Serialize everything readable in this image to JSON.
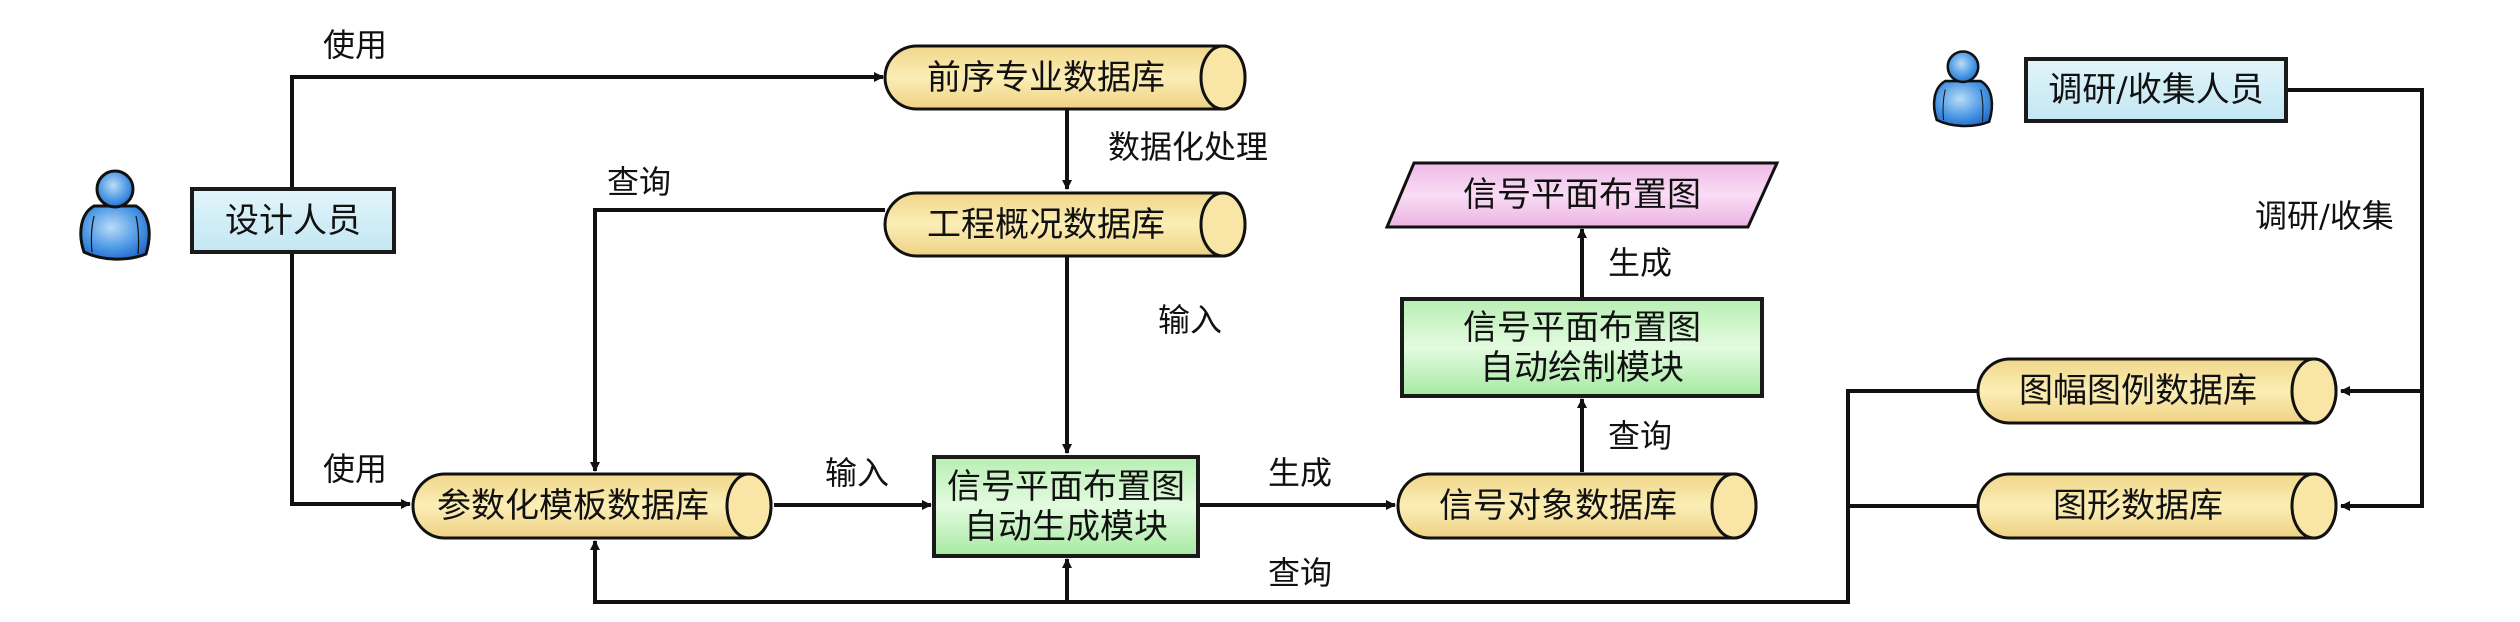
{
  "actors": {
    "designer": {
      "label": "设计人员",
      "icon": "person-icon"
    },
    "researcher": {
      "label": "调研/收集人员",
      "icon": "person-icon"
    }
  },
  "databases": {
    "prior_specialty": "前序专业数据库",
    "project_overview": "工程概况数据库",
    "parametric_template": "参数化模板数据库",
    "signal_object": "信号对象数据库",
    "frame_legend": "图幅图例数据库",
    "graphics": "图形数据库"
  },
  "modules": {
    "auto_generate": {
      "line1": "信号平面布置图",
      "line2": "自动生成模块"
    },
    "auto_draw": {
      "line1": "信号平面布置图",
      "line2": "自动绘制模块"
    }
  },
  "output": {
    "label": "信号平面布置图"
  },
  "edges": {
    "use_top": "使用",
    "use_bottom": "使用",
    "digitize": "数据化处理",
    "query_left": "查询",
    "input_vertical": "输入",
    "input_horizontal": "输入",
    "generate_bottom": "生成",
    "generate_top": "生成",
    "query_mid": "查询",
    "query_bottom": "查询",
    "research_collect": "调研/收集"
  },
  "colors": {
    "database_fill": "#f7e3a0",
    "module_fill": "#c7f2c2",
    "person_box_fill": "#d4eef7",
    "output_fill": "#f0c4ea",
    "person_icon": "#2f7fd8",
    "line": "#111111"
  }
}
